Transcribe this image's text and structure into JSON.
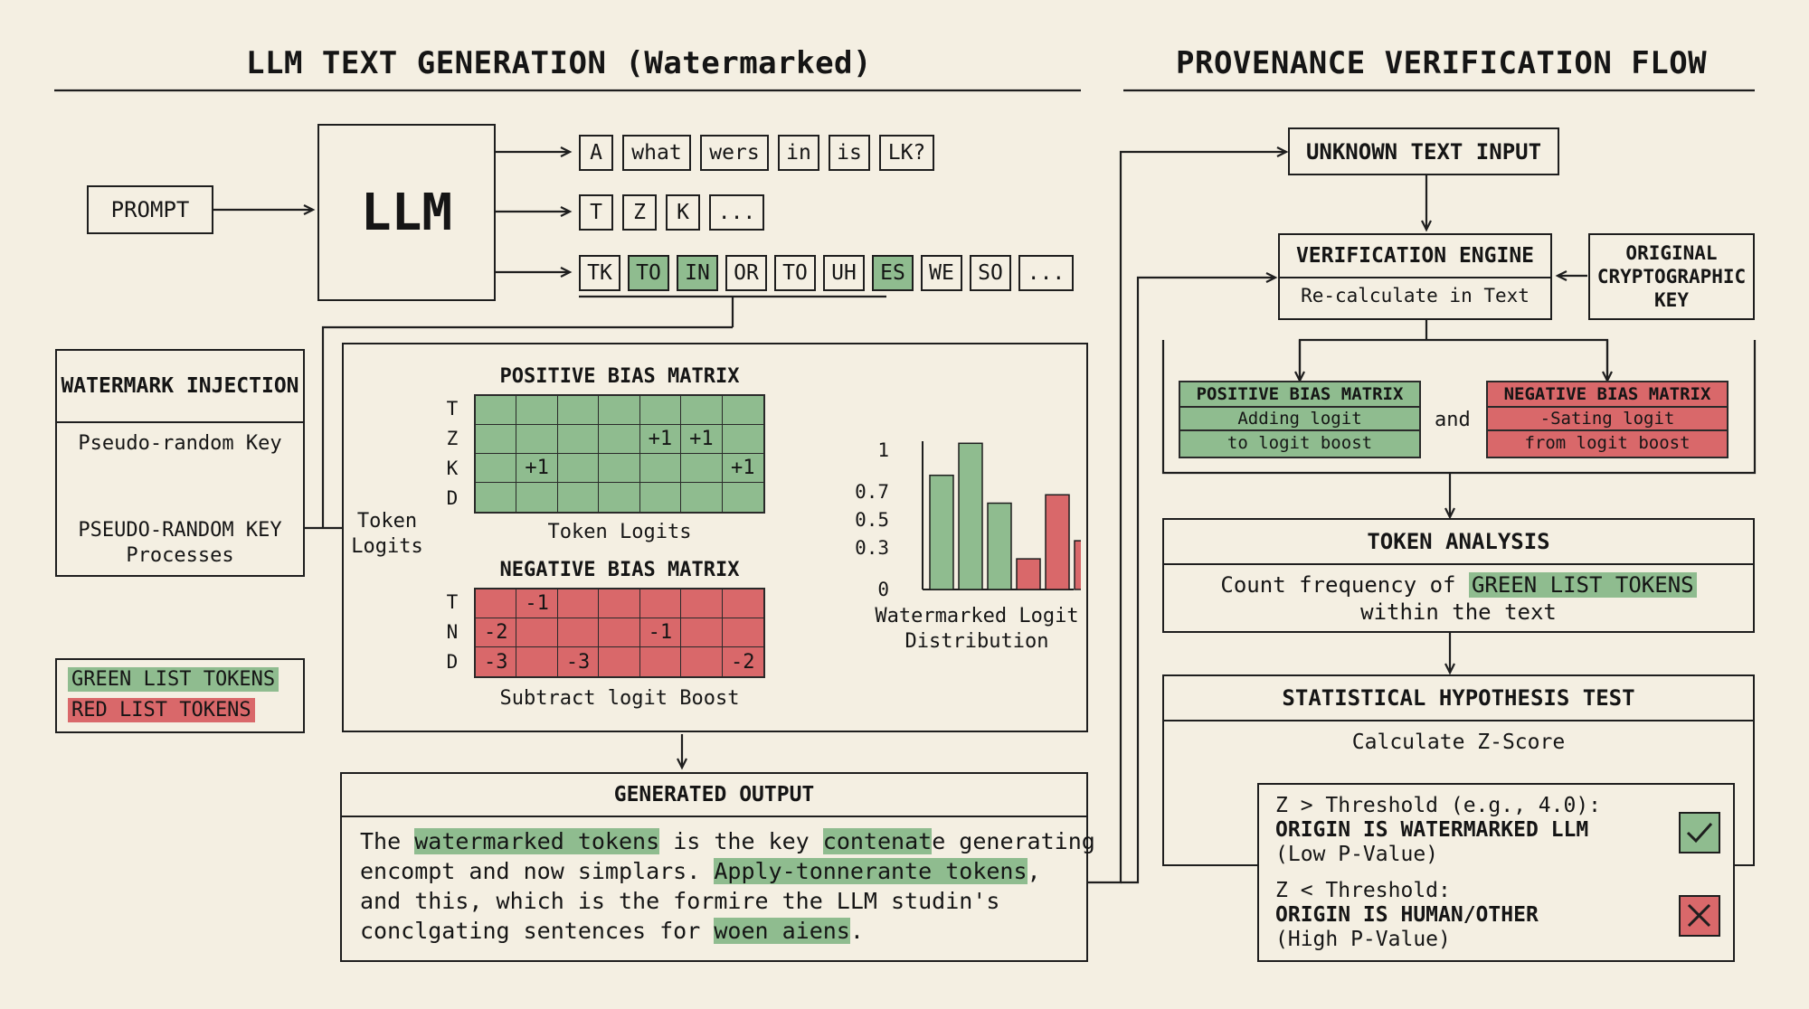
{
  "left_title": "LLM TEXT GENERATION (Watermarked)",
  "right_title": "PROVENANCE VERIFICATION FLOW",
  "prompt": "PROMPT",
  "llm": "LLM",
  "token_rows": [
    [
      {
        "t": "A",
        "g": false
      },
      {
        "t": "what",
        "g": false
      },
      {
        "t": "wers",
        "g": false
      },
      {
        "t": "in",
        "g": false
      },
      {
        "t": "is",
        "g": false
      },
      {
        "t": "LK?",
        "g": false
      }
    ],
    [
      {
        "t": "T",
        "g": false
      },
      {
        "t": "Z",
        "g": false
      },
      {
        "t": "K",
        "g": false
      },
      {
        "t": "...",
        "g": false
      }
    ],
    [
      {
        "t": "TK",
        "g": false
      },
      {
        "t": "TO",
        "g": true
      },
      {
        "t": "IN",
        "g": true
      },
      {
        "t": "OR",
        "g": false
      },
      {
        "t": "TO",
        "g": false
      },
      {
        "t": "UH",
        "g": false
      },
      {
        "t": "ES",
        "g": true
      },
      {
        "t": "WE",
        "g": false
      },
      {
        "t": "SO",
        "g": false
      },
      {
        "t": "...",
        "g": false
      }
    ]
  ],
  "watermark": {
    "title": "WATERMARK INJECTION",
    "key": "Pseudo-random Key",
    "process_line1": "PSEUDO-RANDOM KEY",
    "process_line2": "Processes"
  },
  "legend": {
    "green": "GREEN LIST TOKENS",
    "red": "RED LIST TOKENS"
  },
  "bias": {
    "token_logits_side": "Token\nLogits",
    "positive_title": "POSITIVE BIAS MATRIX",
    "positive_rows": [
      "T",
      "Z",
      "K",
      "D"
    ],
    "positive_cells": [
      [
        "",
        "",
        "",
        "",
        "",
        "",
        ""
      ],
      [
        "",
        "",
        "",
        "",
        "+1",
        "+1",
        ""
      ],
      [
        "",
        "+1",
        "",
        "",
        "",
        "",
        "+1"
      ],
      [
        "",
        "",
        "",
        "",
        "",
        "",
        ""
      ]
    ],
    "positive_caption": "Token Logits",
    "negative_title": "NEGATIVE BIAS MATRIX",
    "negative_rows": [
      "T",
      "N",
      "D"
    ],
    "negative_cells": [
      [
        "",
        "-1",
        "",
        "",
        "",
        "",
        ""
      ],
      [
        "-2",
        "",
        "",
        "",
        "-1",
        "",
        ""
      ],
      [
        "-3",
        "",
        "-3",
        "",
        "",
        "",
        "-2"
      ]
    ],
    "negative_caption": "Subtract logit Boost"
  },
  "chart_data": {
    "type": "bar",
    "title": "",
    "xlabel": "Watermarked Logit Distribution",
    "ylabel": "",
    "yticks": [
      "1",
      "0.7",
      "0.5",
      "0.3",
      "0"
    ],
    "ytick_values": [
      1,
      0.7,
      0.5,
      0.3,
      0
    ],
    "ylim": [
      0,
      1
    ],
    "values": [
      0.82,
      1.05,
      0.62,
      0.22,
      0.68,
      0.35
    ],
    "colors": [
      "#8fbc8f",
      "#8fbc8f",
      "#8fbc8f",
      "#d9686a",
      "#d9686a",
      "#d9686a"
    ]
  },
  "output": {
    "title": "GENERATED OUTPUT",
    "lines": [
      [
        {
          "t": "The "
        },
        {
          "t": "watermarked tokens",
          "h": true
        },
        {
          "t": " is the key "
        },
        {
          "t": "contenat",
          "h": true
        },
        {
          "t": "e generating"
        }
      ],
      [
        {
          "t": "encompt and now simplars. "
        },
        {
          "t": "Apply-tonnerante tokens",
          "h": true
        },
        {
          "t": ","
        }
      ],
      [
        {
          "t": "and this, which is the formire the LLM studin's"
        }
      ],
      [
        {
          "t": "conclgating sentences for "
        },
        {
          "t": "woen aiens",
          "h": true
        },
        {
          "t": "."
        }
      ]
    ]
  },
  "verify": {
    "unknown": "UNKNOWN TEXT INPUT",
    "engine_title": "VERIFICATION ENGINE",
    "engine_sub": "Re-calculate in Text",
    "key": "ORIGINAL CRYPTOGRAPHIC KEY",
    "and": "and",
    "pos_title": "POSITIVE BIAS MATRIX",
    "pos_l1": "Adding logit",
    "pos_l2": "to logit boost",
    "neg_title": "NEGATIVE BIAS MATRIX",
    "neg_l1": "-Sating logit",
    "neg_l2": "from logit boost",
    "analysis_title": "TOKEN ANALYSIS",
    "analysis_pre": "Count frequency of ",
    "analysis_hl": "GREEN LIST TOKENS",
    "analysis_l2": "within the text",
    "stat_title": "STATISTICAL HYPOTHESIS TEST",
    "stat_sub": "Calculate Z-Score",
    "r1_l1": "Z > Threshold (e.g., 4.0):",
    "r1_l2": "ORIGIN IS WATERMARKED LLM",
    "r1_l3": "(Low P-Value)",
    "r2_l1": "Z < Threshold:",
    "r2_l2": "ORIGIN IS HUMAN/OTHER",
    "r2_l3": "(High P-Value)"
  },
  "colors": {
    "green": "#8fbc8f",
    "red": "#d9686a",
    "background": "#f4efe2"
  }
}
